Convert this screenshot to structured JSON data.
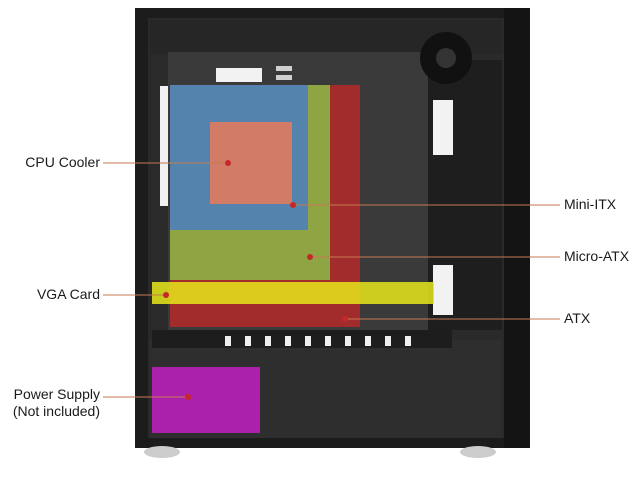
{
  "callouts": {
    "cpu_cooler": "CPU Cooler",
    "mini_itx": "Mini-ITX",
    "micro_atx": "Micro-ATX",
    "vga_card": "VGA Card",
    "atx": "ATX",
    "power_supply_line1": "Power Supply",
    "power_supply_line2": "(Not included)"
  },
  "colors": {
    "cpu_cooler_zone": "#e07a5f",
    "cpu_cooler_frame": "#4a7fc1",
    "mini_itx_zone": "#7fc241",
    "micro_atx_zone": "#8bc34a",
    "atx_zone": "#c62828",
    "vga_card_zone": "#e6e81a",
    "power_supply_zone": "#c21ec2",
    "case_frame": "#2b2b2b",
    "leader_line": "#c77a50"
  }
}
